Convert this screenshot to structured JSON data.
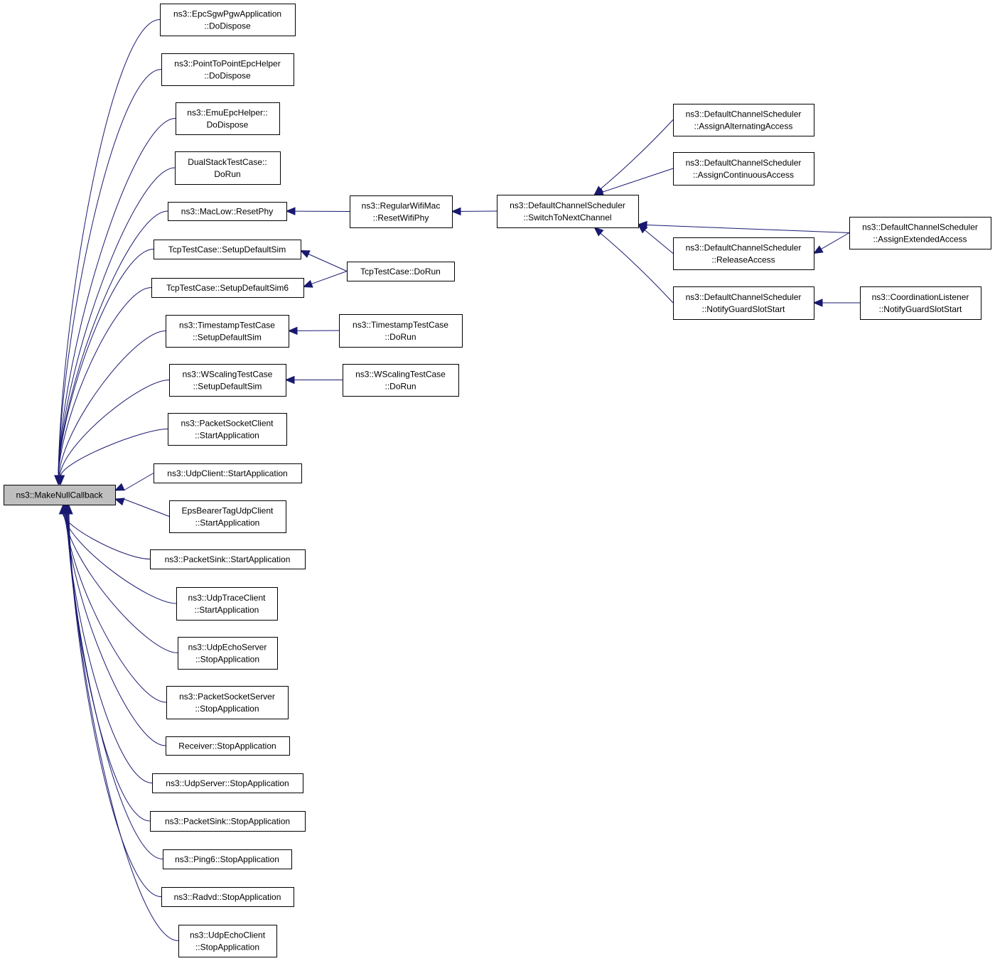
{
  "colors": {
    "edge": "#191970",
    "node_border": "#000000",
    "node_fill": "#ffffff",
    "root_fill": "#bfbfbf"
  },
  "nodes": {
    "root": [
      "ns3::MakeNullCallback"
    ],
    "epc_sgw_dispose": [
      "ns3::EpcSgwPgwApplication",
      "::DoDispose"
    ],
    "p2p_epc_dispose": [
      "ns3::PointToPointEpcHelper",
      "::DoDispose"
    ],
    "emu_epc_dispose": [
      "ns3::EmuEpcHelper::",
      "DoDispose"
    ],
    "dualstack_dorun": [
      "DualStackTestCase::",
      "DoRun"
    ],
    "maclow_resetphy": [
      "ns3::MacLow::ResetPhy"
    ],
    "tcp_setup_sim": [
      "TcpTestCase::SetupDefaultSim"
    ],
    "tcp_setup_sim6": [
      "TcpTestCase::SetupDefaultSim6"
    ],
    "timestamp_setup": [
      "ns3::TimestampTestCase",
      "::SetupDefaultSim"
    ],
    "wscaling_setup": [
      "ns3::WScalingTestCase",
      "::SetupDefaultSim"
    ],
    "psclient_start": [
      "ns3::PacketSocketClient",
      "::StartApplication"
    ],
    "udpclient_start": [
      "ns3::UdpClient::StartApplication"
    ],
    "epsbearer_start": [
      "EpsBearerTagUdpClient",
      "::StartApplication"
    ],
    "packetsink_start": [
      "ns3::PacketSink::StartApplication"
    ],
    "udptrace_start": [
      "ns3::UdpTraceClient",
      "::StartApplication"
    ],
    "udpechoserver_stop": [
      "ns3::UdpEchoServer",
      "::StopApplication"
    ],
    "psserver_stop": [
      "ns3::PacketSocketServer",
      "::StopApplication"
    ],
    "receiver_stop": [
      "Receiver::StopApplication"
    ],
    "udpserver_stop": [
      "ns3::UdpServer::StopApplication"
    ],
    "packetsink_stop": [
      "ns3::PacketSink::StopApplication"
    ],
    "ping6_stop": [
      "ns3::Ping6::StopApplication"
    ],
    "radvd_stop": [
      "ns3::Radvd::StopApplication"
    ],
    "udpechoclient_stop": [
      "ns3::UdpEchoClient",
      "::StopApplication"
    ],
    "regularwifimac_reset": [
      "ns3::RegularWifiMac",
      "::ResetWifiPhy"
    ],
    "tcp_dorun": [
      "TcpTestCase::DoRun"
    ],
    "timestamp_dorun": [
      "ns3::TimestampTestCase",
      "::DoRun"
    ],
    "wscaling_dorun": [
      "ns3::WScalingTestCase",
      "::DoRun"
    ],
    "dcs_switch": [
      "ns3::DefaultChannelScheduler",
      "::SwitchToNextChannel"
    ],
    "dcs_alternating": [
      "ns3::DefaultChannelScheduler",
      "::AssignAlternatingAccess"
    ],
    "dcs_continuous": [
      "ns3::DefaultChannelScheduler",
      "::AssignContinuousAccess"
    ],
    "dcs_release": [
      "ns3::DefaultChannelScheduler",
      "::ReleaseAccess"
    ],
    "dcs_notify": [
      "ns3::DefaultChannelScheduler",
      "::NotifyGuardSlotStart"
    ],
    "dcs_extended": [
      "ns3::DefaultChannelScheduler",
      "::AssignExtendedAccess"
    ],
    "coord_notify": [
      "ns3::CoordinationListener",
      "::NotifyGuardSlotStart"
    ]
  },
  "edges": [
    {
      "from": "epc_sgw_dispose",
      "to": "root"
    },
    {
      "from": "p2p_epc_dispose",
      "to": "root"
    },
    {
      "from": "emu_epc_dispose",
      "to": "root"
    },
    {
      "from": "dualstack_dorun",
      "to": "root"
    },
    {
      "from": "maclow_resetphy",
      "to": "root"
    },
    {
      "from": "tcp_setup_sim",
      "to": "root"
    },
    {
      "from": "tcp_setup_sim6",
      "to": "root"
    },
    {
      "from": "timestamp_setup",
      "to": "root"
    },
    {
      "from": "wscaling_setup",
      "to": "root"
    },
    {
      "from": "psclient_start",
      "to": "root"
    },
    {
      "from": "udpclient_start",
      "to": "root"
    },
    {
      "from": "epsbearer_start",
      "to": "root"
    },
    {
      "from": "packetsink_start",
      "to": "root"
    },
    {
      "from": "udptrace_start",
      "to": "root"
    },
    {
      "from": "udpechoserver_stop",
      "to": "root"
    },
    {
      "from": "psserver_stop",
      "to": "root"
    },
    {
      "from": "receiver_stop",
      "to": "root"
    },
    {
      "from": "udpserver_stop",
      "to": "root"
    },
    {
      "from": "packetsink_stop",
      "to": "root"
    },
    {
      "from": "ping6_stop",
      "to": "root"
    },
    {
      "from": "radvd_stop",
      "to": "root"
    },
    {
      "from": "udpechoclient_stop",
      "to": "root"
    },
    {
      "from": "regularwifimac_reset",
      "to": "maclow_resetphy"
    },
    {
      "from": "tcp_dorun",
      "to": "tcp_setup_sim"
    },
    {
      "from": "tcp_dorun",
      "to": "tcp_setup_sim6"
    },
    {
      "from": "timestamp_dorun",
      "to": "timestamp_setup"
    },
    {
      "from": "wscaling_dorun",
      "to": "wscaling_setup"
    },
    {
      "from": "dcs_switch",
      "to": "regularwifimac_reset"
    },
    {
      "from": "dcs_alternating",
      "to": "dcs_switch"
    },
    {
      "from": "dcs_continuous",
      "to": "dcs_switch"
    },
    {
      "from": "dcs_extended",
      "to": "dcs_switch"
    },
    {
      "from": "dcs_release",
      "to": "dcs_switch"
    },
    {
      "from": "dcs_notify",
      "to": "dcs_switch"
    },
    {
      "from": "dcs_extended",
      "to": "dcs_release"
    },
    {
      "from": "coord_notify",
      "to": "dcs_notify"
    }
  ]
}
